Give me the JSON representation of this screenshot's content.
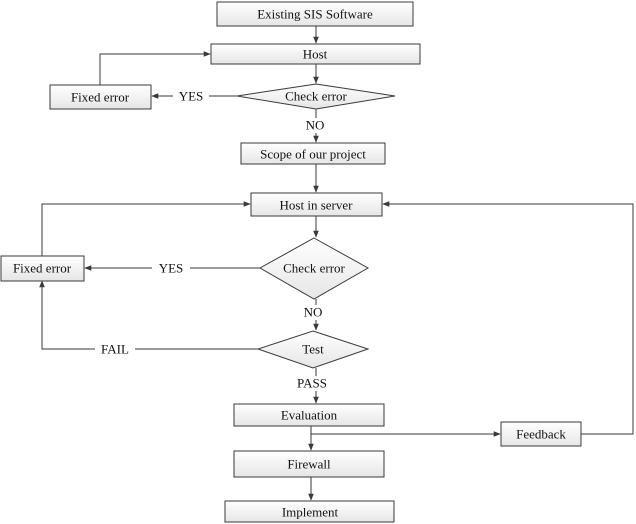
{
  "nodes": {
    "existing_sis": "Existing SIS Software",
    "host": "Host",
    "check_error_1": "Check error",
    "fixed_error_1": "Fixed error",
    "scope": "Scope of our project",
    "host_in_server": "Host in server",
    "check_error_2": "Check error",
    "fixed_error_2": "Fixed error",
    "test": "Test",
    "evaluation": "Evaluation",
    "feedback": "Feedback",
    "firewall": "Firewall",
    "implement": "Implement"
  },
  "edges": {
    "yes_1": "YES",
    "no_1": "NO",
    "yes_2": "YES",
    "no_2": "NO",
    "fail": "FAIL",
    "pass": "PASS"
  },
  "colors": {
    "box_fill_top": "#ffffff",
    "box_fill_bottom": "#e8e8e8",
    "stroke": "#3a3a3a"
  }
}
